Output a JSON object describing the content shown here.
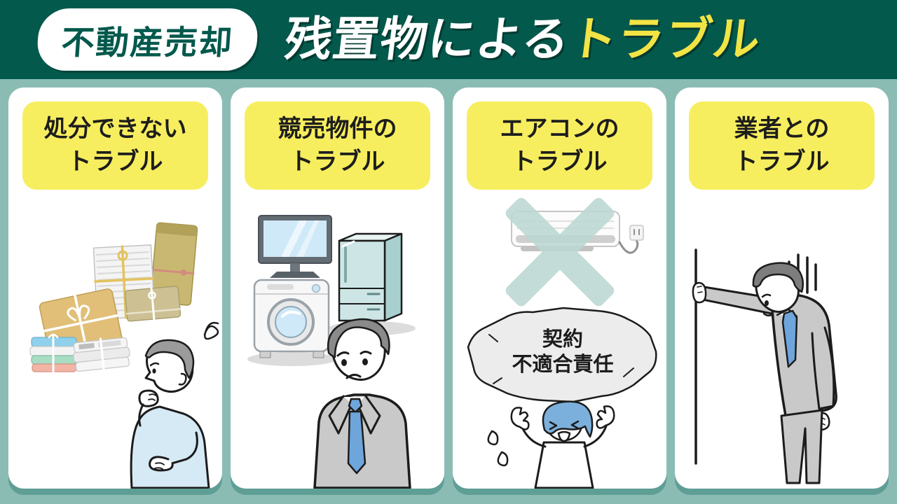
{
  "header": {
    "badge_label": "不動産売却",
    "title_main": "残置物による",
    "title_accent": "トラブル"
  },
  "colors": {
    "header_bg": "#03594c",
    "page_bg": "#8bbcb4",
    "card_bg": "#ffffff",
    "card_shadow": "#5f9e95",
    "label_bg": "#f7ee5f",
    "label_text": "#1d1d1d",
    "title_main": "#ffffff",
    "title_accent": "#f2e444",
    "badge_bg": "#ffffff",
    "badge_text": "#03594c",
    "suit_gray": "#c9c9c9",
    "tie_blue": "#6ea6dc",
    "cross_teal": "#bcd8d2"
  },
  "cards": [
    {
      "label_line1": "処分できない",
      "label_line2": "トラブル",
      "illustration": "bundled-newspapers-packages-and-thinking-man"
    },
    {
      "label_line1": "競売物件の",
      "label_line2": "トラブル",
      "illustration": "tv-washer-fridge-and-sad-man"
    },
    {
      "label_line1": "エアコンの",
      "label_line2": "トラブル",
      "illustration": "crossed-out-aircon-and-person-under-rock",
      "burden_line1": "契約",
      "burden_line2": "不適合責任"
    },
    {
      "label_line1": "業者との",
      "label_line2": "トラブル",
      "illustration": "dejected-man-leaning-on-wall"
    }
  ]
}
